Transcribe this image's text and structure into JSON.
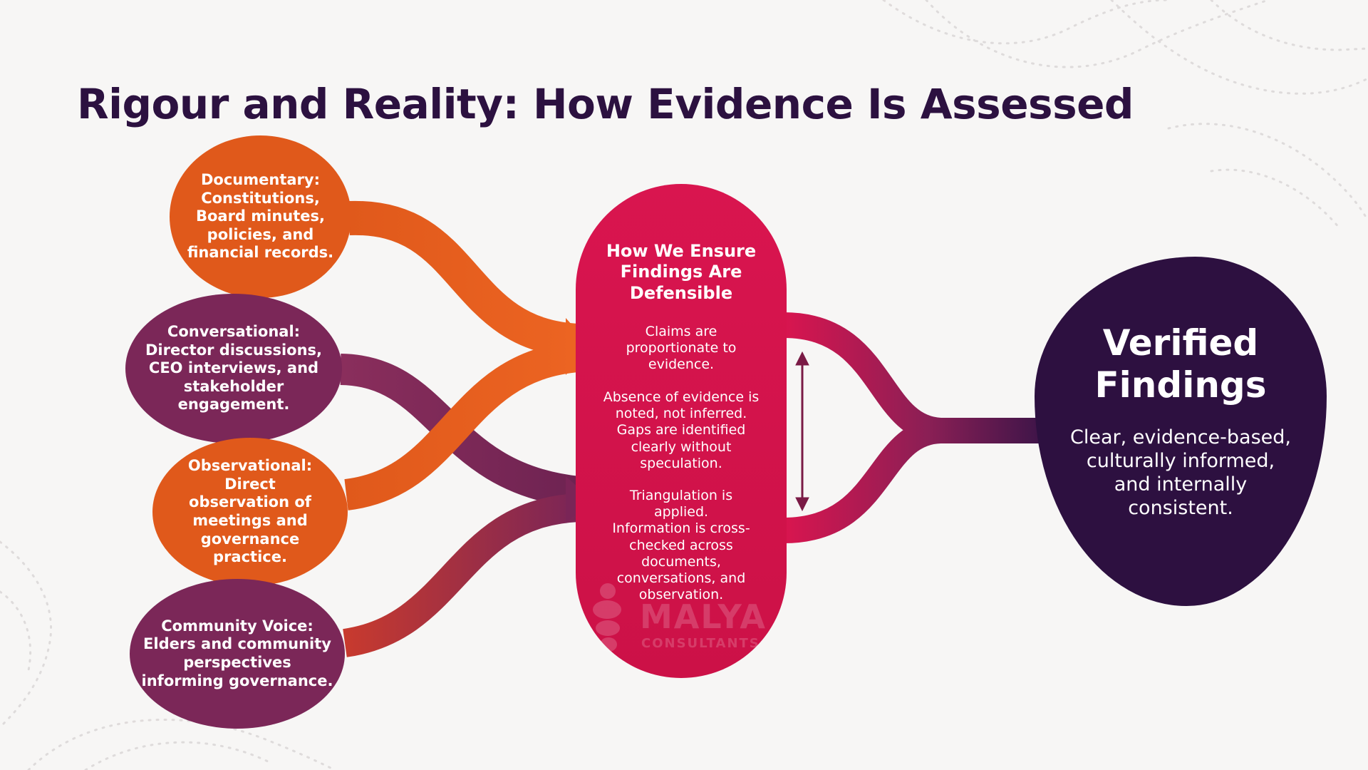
{
  "title": "Rigour and Reality: How Evidence Is Assessed",
  "colors": {
    "title": "#2c1140",
    "orange": "#e0591b",
    "plum": "#7b2758",
    "crimson": "#d9154f",
    "dark_purple": "#2d1040",
    "background": "#f7f6f5"
  },
  "sources": [
    {
      "lines": [
        "Documentary:",
        "Constitutions,",
        "Board minutes,",
        "policies, and",
        "financial records."
      ],
      "color": "orange"
    },
    {
      "lines": [
        "Conversational:",
        "Director discussions,",
        "CEO interviews, and",
        "stakeholder",
        "engagement."
      ],
      "color": "plum"
    },
    {
      "lines": [
        "Observational:",
        "Direct",
        "observation of",
        "meetings and",
        "governance",
        "practice."
      ],
      "color": "orange"
    },
    {
      "lines": [
        "Community Voice:",
        "Elders and community",
        "perspectives",
        "informing governance."
      ],
      "color": "plum"
    }
  ],
  "center": {
    "heading": [
      "How We Ensure",
      "Findings Are",
      "Defensible"
    ],
    "paragraphs": [
      [
        "Claims are",
        "proportionate to",
        "evidence."
      ],
      [
        "Absence of evidence is",
        "noted, not inferred.",
        "Gaps are identified",
        "clearly without",
        "speculation."
      ],
      [
        "Triangulation is",
        "applied.",
        "Information is cross-",
        "checked across",
        "documents,",
        "conversations, and",
        "observation."
      ]
    ]
  },
  "watermark": {
    "name": "MALYA",
    "sub": "CONSULTANTS"
  },
  "result": {
    "title": [
      "Verified",
      "Findings"
    ],
    "text": [
      "Clear, evidence-based,",
      "culturally informed,",
      "and internally",
      "consistent."
    ]
  },
  "icons": {
    "arrows": "double-arrow-icon"
  }
}
